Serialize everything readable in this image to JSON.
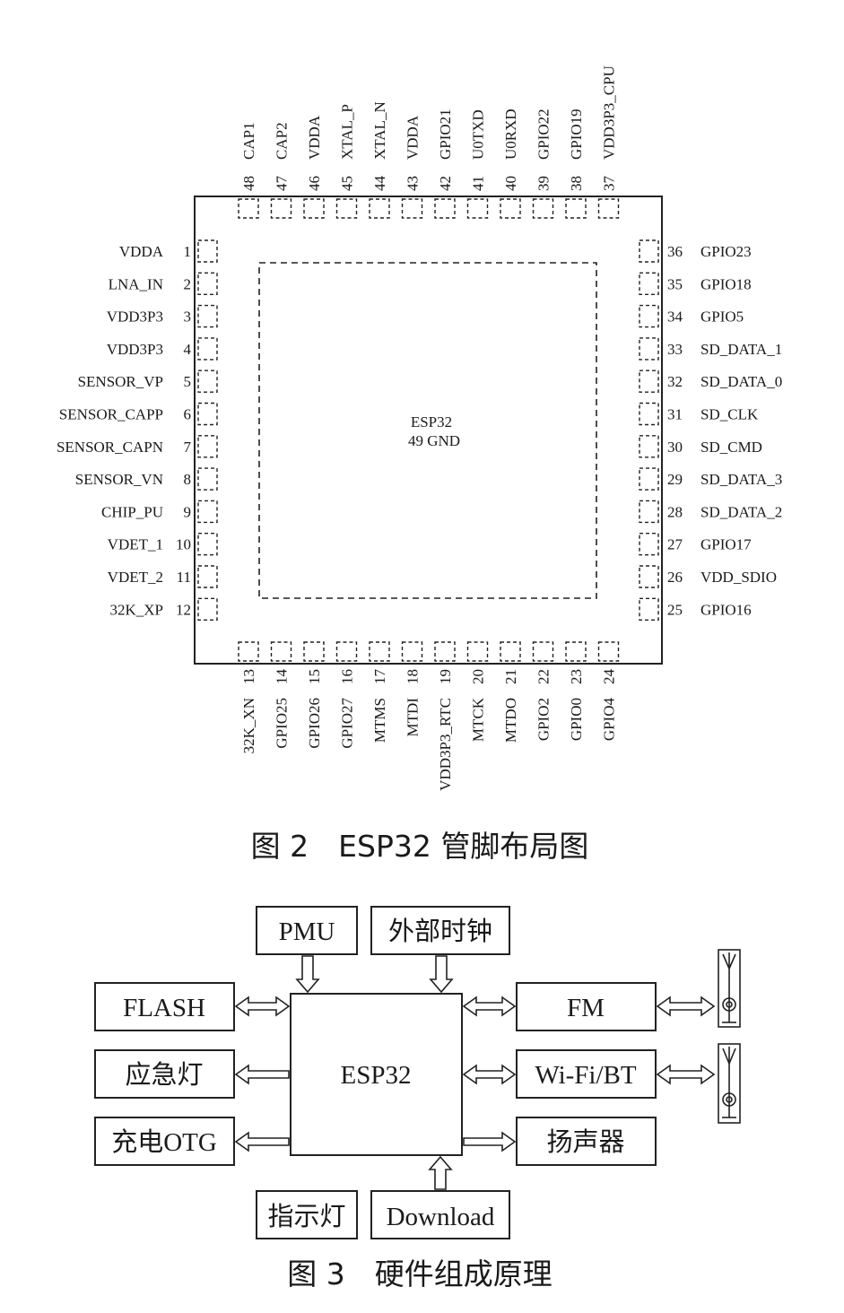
{
  "figure2": {
    "caption": "图 2　ESP32 管脚布局图",
    "chip_label": "ESP32",
    "gnd_label": "49 GND",
    "left_pins": [
      {
        "num": "1",
        "name": "VDDA"
      },
      {
        "num": "2",
        "name": "LNA_IN"
      },
      {
        "num": "3",
        "name": "VDD3P3"
      },
      {
        "num": "4",
        "name": "VDD3P3"
      },
      {
        "num": "5",
        "name": "SENSOR_VP"
      },
      {
        "num": "6",
        "name": "SENSOR_CAPP"
      },
      {
        "num": "7",
        "name": "SENSOR_CAPN"
      },
      {
        "num": "8",
        "name": "SENSOR_VN"
      },
      {
        "num": "9",
        "name": "CHIP_PU"
      },
      {
        "num": "10",
        "name": "VDET_1"
      },
      {
        "num": "11",
        "name": "VDET_2"
      },
      {
        "num": "12",
        "name": "32K_XP"
      }
    ],
    "bottom_pins": [
      {
        "num": "13",
        "name": "32K_XN"
      },
      {
        "num": "14",
        "name": "GPIO25"
      },
      {
        "num": "15",
        "name": "GPIO26"
      },
      {
        "num": "16",
        "name": "GPIO27"
      },
      {
        "num": "17",
        "name": "MTMS"
      },
      {
        "num": "18",
        "name": "MTDI"
      },
      {
        "num": "19",
        "name": "VDD3P3_RTC"
      },
      {
        "num": "20",
        "name": "MTCK"
      },
      {
        "num": "21",
        "name": "MTDO"
      },
      {
        "num": "22",
        "name": "GPIO2"
      },
      {
        "num": "23",
        "name": "GPIO0"
      },
      {
        "num": "24",
        "name": "GPIO4"
      }
    ],
    "right_pins": [
      {
        "num": "36",
        "name": "GPIO23"
      },
      {
        "num": "35",
        "name": "GPIO18"
      },
      {
        "num": "34",
        "name": "GPIO5"
      },
      {
        "num": "33",
        "name": "SD_DATA_1"
      },
      {
        "num": "32",
        "name": "SD_DATA_0"
      },
      {
        "num": "31",
        "name": "SD_CLK"
      },
      {
        "num": "30",
        "name": "SD_CMD"
      },
      {
        "num": "29",
        "name": "SD_DATA_3"
      },
      {
        "num": "28",
        "name": "SD_DATA_2"
      },
      {
        "num": "27",
        "name": "GPIO17"
      },
      {
        "num": "26",
        "name": "VDD_SDIO"
      },
      {
        "num": "25",
        "name": "GPIO16"
      }
    ],
    "top_pins": [
      {
        "num": "48",
        "name": "CAP1"
      },
      {
        "num": "47",
        "name": "CAP2"
      },
      {
        "num": "46",
        "name": "VDDA"
      },
      {
        "num": "45",
        "name": "XTAL_P"
      },
      {
        "num": "44",
        "name": "XTAL_N"
      },
      {
        "num": "43",
        "name": "VDDA"
      },
      {
        "num": "42",
        "name": "GPIO21"
      },
      {
        "num": "41",
        "name": "U0TXD"
      },
      {
        "num": "40",
        "name": "U0RXD"
      },
      {
        "num": "39",
        "name": "GPIO22"
      },
      {
        "num": "38",
        "name": "GPIO19"
      },
      {
        "num": "37",
        "name": "VDD3P3_CPU"
      }
    ]
  },
  "figure3": {
    "caption": "图 3　硬件组成原理",
    "center": "ESP32",
    "blocks": {
      "pmu": "PMU",
      "clock": "外部时钟",
      "flash": "FLASH",
      "emergency_light": "应急灯",
      "charge_otg": "充电OTG",
      "fm": "FM",
      "wifi_bt": "Wi-Fi/BT",
      "speaker": "扬声器",
      "indicator": "指示灯",
      "download": "Download"
    }
  }
}
